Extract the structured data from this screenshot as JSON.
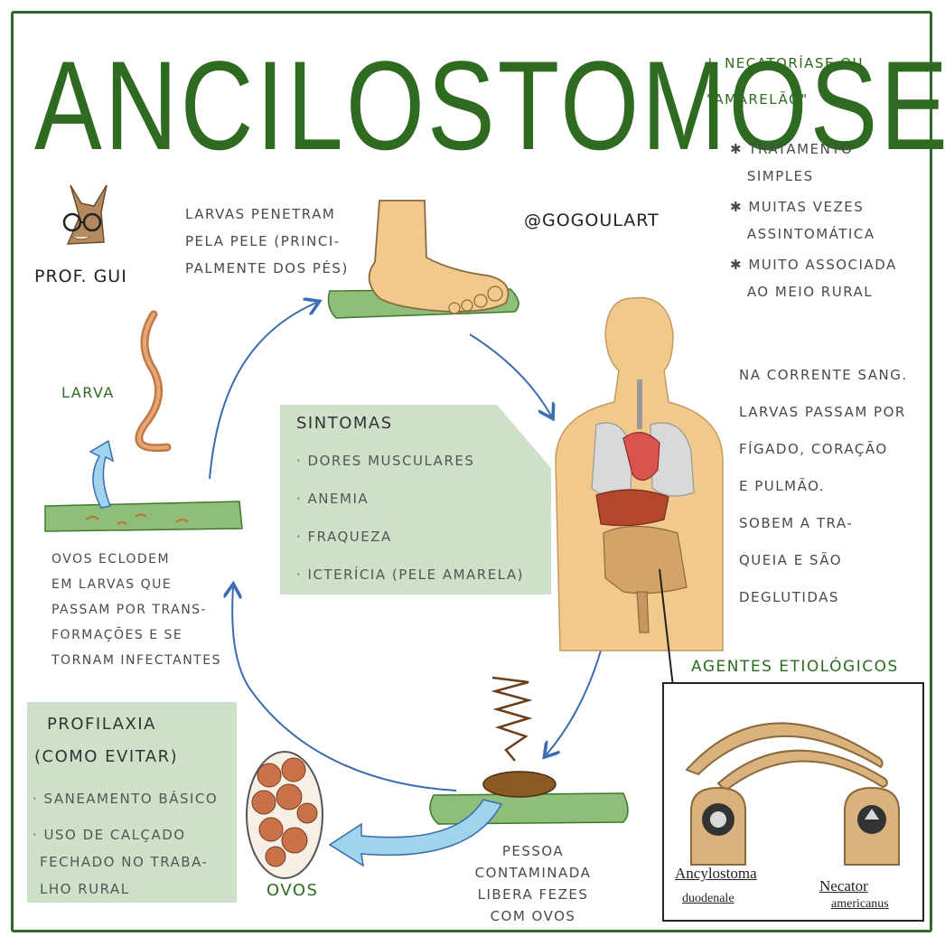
{
  "title": "ANCILOSTOMOSE",
  "aka": {
    "line1": "Necatoríase ou",
    "line2": "\"Amarelão\""
  },
  "notes": [
    {
      "line1": "Tratamento",
      "line2": "Simples"
    },
    {
      "line1": "Muitas vezes",
      "line2": "assintomática"
    },
    {
      "line1": "Muito associada",
      "line2": "ao meio rural"
    }
  ],
  "author": {
    "name": "Prof. Gui",
    "handle": "@GOGOULART"
  },
  "steps": {
    "penetration": [
      "Larvas penetram",
      "pela pele (princi-",
      "palmente dos pés)"
    ],
    "bloodstream": [
      "Na corrente sang.",
      "larvas passam por",
      "fígado, coração",
      "e pulmão.",
      "Sobem a tra-",
      "queia e são",
      "deglutidas"
    ],
    "feces": [
      "Pessoa",
      "contaminada",
      "libera fezes",
      "com ovos"
    ],
    "hatching": [
      "Ovos eclodem",
      "em larvas que",
      "passam por trans-",
      "formações e se",
      "tornam infectantes"
    ]
  },
  "labels": {
    "larva": "Larva",
    "eggs": "Ovos"
  },
  "symptoms": {
    "title": "Sintomas",
    "items": [
      "· Dores musculares",
      "· Anemia",
      "· Fraqueza",
      "· Icterícia (pele amarela)"
    ]
  },
  "prophylaxis": {
    "title": "Profilaxia",
    "subtitle": "(como evitar)",
    "items": [
      [
        "· Saneamento básico"
      ],
      [
        "· Uso de calçado",
        "fechado no traba-",
        "lho rural"
      ]
    ]
  },
  "agents": {
    "title": "Agentes etiológicos",
    "species": [
      {
        "genus": "Ancylostoma",
        "epithet": "duodenale"
      },
      {
        "genus": "Necator",
        "epithet": "americanus"
      }
    ]
  },
  "colors": {
    "title_green": "#2e6a1f",
    "panel_green": "#cfe0c9",
    "arrow_blue": "#3b6bb0",
    "skin": "#f1c98d",
    "grass": "#8fbe7a"
  }
}
